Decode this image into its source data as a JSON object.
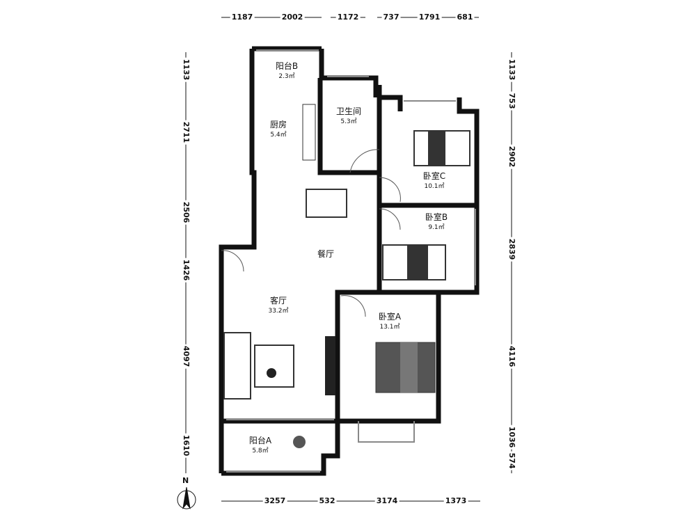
{
  "dimensions": {
    "top": [
      "1187",
      "2002",
      "1172",
      "737",
      "1791",
      "681"
    ],
    "left": [
      "1133",
      "2711",
      "2506",
      "1426",
      "4097",
      "1610"
    ],
    "right": [
      "1133",
      "753",
      "2902",
      "2839",
      "4116",
      "1036",
      "574"
    ],
    "bottom": [
      "3257",
      "532",
      "3174",
      "1373"
    ]
  },
  "rooms": [
    {
      "name": "阳台B",
      "area": "2.3㎡"
    },
    {
      "name": "厨房",
      "area": "5.4㎡"
    },
    {
      "name": "卫生间",
      "area": "5.3㎡"
    },
    {
      "name": "卧室C",
      "area": "10.1㎡"
    },
    {
      "name": "卧室B",
      "area": "9.1㎡"
    },
    {
      "name": "餐厅",
      "area": ""
    },
    {
      "name": "客厅",
      "area": "33.2㎡"
    },
    {
      "name": "卧室A",
      "area": "13.1㎡"
    },
    {
      "name": "阳台A",
      "area": "5.8㎡"
    }
  ],
  "compass": {
    "label": "N"
  },
  "colors": {
    "wall": "#111111",
    "window": "#888888",
    "furniture": "#333333"
  }
}
